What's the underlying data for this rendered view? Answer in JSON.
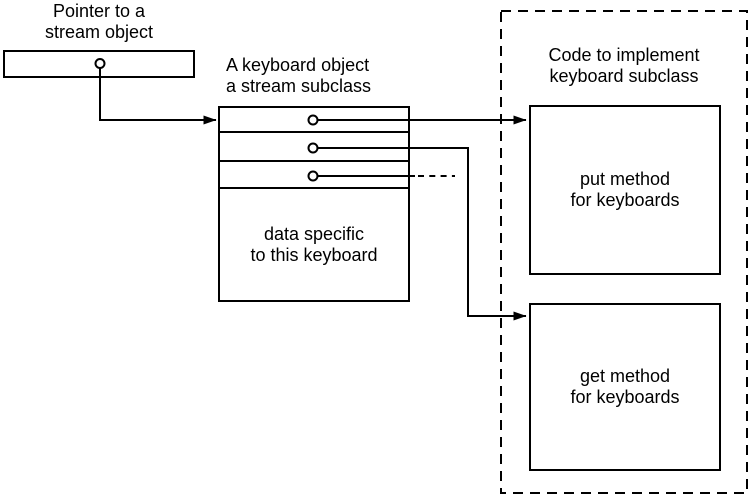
{
  "labels": {
    "pointer_to_stream": "Pointer to a\nstream object",
    "keyboard_object": "A keyboard object\na stream subclass",
    "keyboard_data": "data specific\nto this keyboard",
    "code_module": "Code to implement\nkeyboard subclass",
    "put_method": "put method\nfor keyboards",
    "get_method": "get method\nfor keyboards"
  },
  "colors": {
    "line": "#000000",
    "background": "#ffffff"
  },
  "icons": {
    "pointer_dot": "small open circle (pointer origin)",
    "arrow": "solid right-pointing arrowhead",
    "ellipsis": "short dashed line (continuation)"
  }
}
